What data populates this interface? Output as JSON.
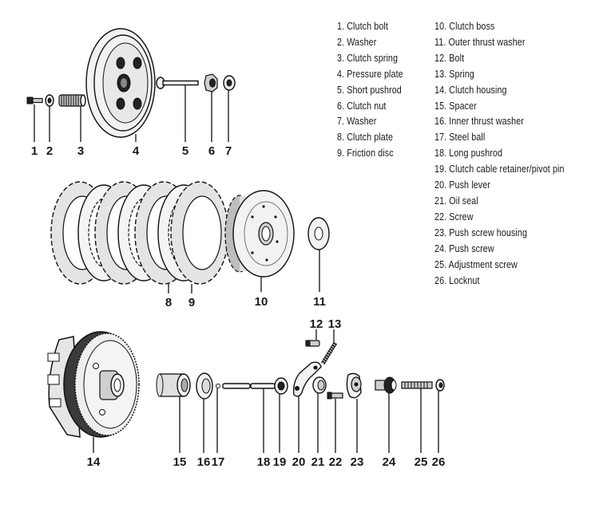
{
  "title": "Clutch assembly exploded view",
  "legend": [
    {
      "number": "1",
      "name": "Clutch bolt"
    },
    {
      "number": "2",
      "name": "Washer"
    },
    {
      "number": "3",
      "name": "Clutch spring"
    },
    {
      "number": "4",
      "name": "Pressure plate"
    },
    {
      "number": "5",
      "name": "Short pushrod"
    },
    {
      "number": "6",
      "name": "Clutch nut"
    },
    {
      "number": "7",
      "name": "Washer"
    },
    {
      "number": "8",
      "name": "Clutch plate"
    },
    {
      "number": "9",
      "name": "Friction disc"
    },
    {
      "number": "10",
      "name": "Clutch boss"
    },
    {
      "number": "11",
      "name": "Outer thrust washer"
    },
    {
      "number": "12",
      "name": "Bolt"
    },
    {
      "number": "13",
      "name": "Spring"
    },
    {
      "number": "14",
      "name": "Clutch housing"
    },
    {
      "number": "15",
      "name": "Spacer"
    },
    {
      "number": "16",
      "name": "Inner thrust washer"
    },
    {
      "number": "17",
      "name": "Steel ball"
    },
    {
      "number": "18",
      "name": "Long pushrod"
    },
    {
      "number": "19",
      "name": "Clutch cable retainer/pivot pin"
    },
    {
      "number": "20",
      "name": "Push lever"
    },
    {
      "number": "21",
      "name": "Oil seal"
    },
    {
      "number": "22",
      "name": "Screw"
    },
    {
      "number": "23",
      "name": "Push screw housing"
    },
    {
      "number": "24",
      "name": "Push screw"
    },
    {
      "number": "25",
      "name": "Adjustment screw"
    },
    {
      "number": "26",
      "name": "Locknut"
    }
  ],
  "legend_text": {
    "col1": [
      "1. Clutch bolt",
      "2. Washer",
      "3. Clutch spring",
      "4. Pressure plate",
      "5. Short pushrod",
      "6. Clutch nut",
      "7. Washer",
      "8. Clutch plate",
      "9. Friction disc"
    ],
    "col2": [
      "10. Clutch boss",
      "11. Outer thrust washer",
      "12. Bolt",
      "13. Spring",
      "14. Clutch housing",
      "15. Spacer",
      "16. Inner thrust washer",
      "17. Steel ball",
      "18. Long pushrod",
      "19. Clutch cable retainer/pivot pin",
      "20. Push lever",
      "21. Oil seal",
      "22. Screw",
      "23. Push screw housing",
      "24. Push screw",
      "25. Adjustment screw",
      "26. Locknut"
    ]
  },
  "callouts": [
    "1",
    "2",
    "3",
    "4",
    "5",
    "6",
    "7",
    "8",
    "9",
    "10",
    "11",
    "12",
    "13",
    "14",
    "15",
    "16",
    "17",
    "18",
    "19",
    "20",
    "21",
    "22",
    "23",
    "24",
    "25",
    "26"
  ]
}
